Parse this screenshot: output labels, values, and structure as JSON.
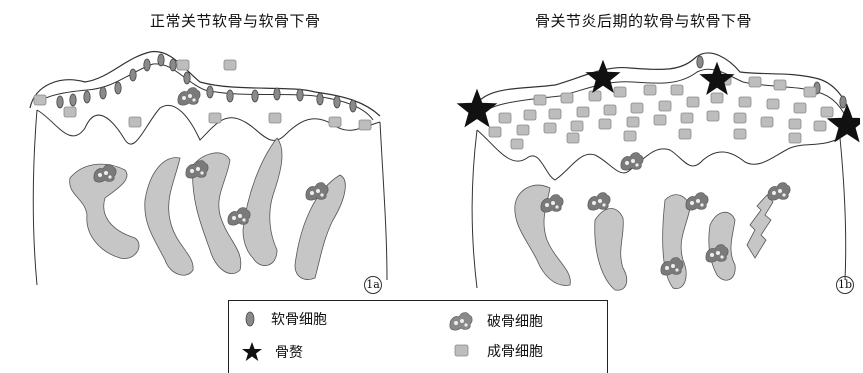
{
  "panels": {
    "normal": {
      "title": "正常关节软骨与软骨下骨",
      "label": "1a"
    },
    "oa": {
      "title": "骨关节炎后期的软骨与软骨下骨",
      "label": "1b"
    }
  },
  "legend": {
    "chondrocyte": "软骨细胞",
    "osteoclast": "破骨细胞",
    "osteophyte": "骨赘",
    "osteoblast": "成骨细胞"
  },
  "colors": {
    "chondrocyte": "#8a8a8a",
    "osteoblast": "#bdbdbd",
    "osteoclast": "#7a7a7a",
    "spur": "#111111",
    "lacuna": "#c6c6c6",
    "line": "#333333"
  }
}
